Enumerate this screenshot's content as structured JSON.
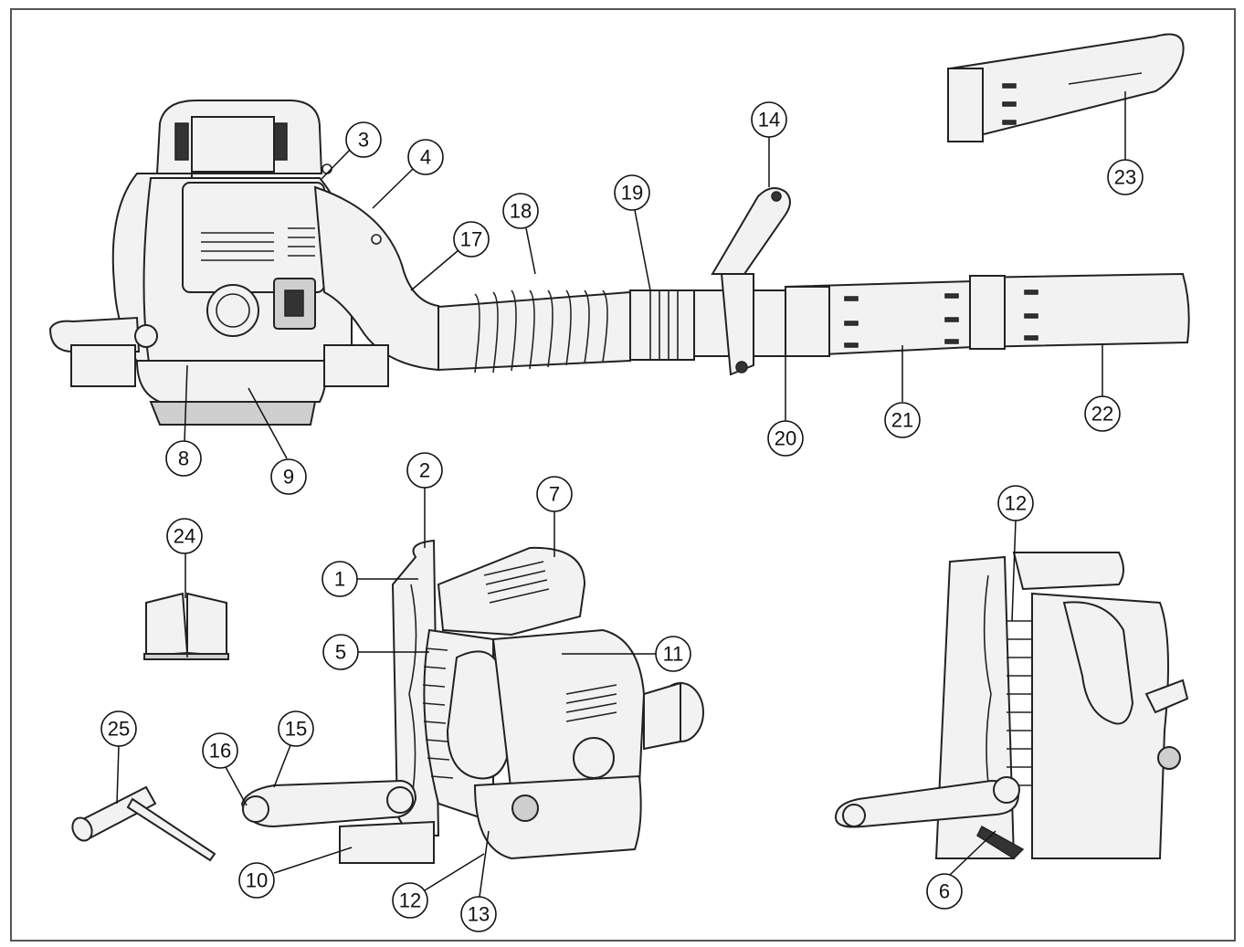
{
  "diagram": {
    "callouts": [
      {
        "id": "c1",
        "label": "1"
      },
      {
        "id": "c2",
        "label": "2"
      },
      {
        "id": "c3",
        "label": "3"
      },
      {
        "id": "c4",
        "label": "4"
      },
      {
        "id": "c5",
        "label": "5"
      },
      {
        "id": "c6",
        "label": "6"
      },
      {
        "id": "c7",
        "label": "7"
      },
      {
        "id": "c8",
        "label": "8"
      },
      {
        "id": "c9",
        "label": "9"
      },
      {
        "id": "c10",
        "label": "10"
      },
      {
        "id": "c11",
        "label": "11"
      },
      {
        "id": "c12a",
        "label": "12"
      },
      {
        "id": "c12b",
        "label": "12"
      },
      {
        "id": "c13",
        "label": "13"
      },
      {
        "id": "c14",
        "label": "14"
      },
      {
        "id": "c15",
        "label": "15"
      },
      {
        "id": "c16",
        "label": "16"
      },
      {
        "id": "c17",
        "label": "17"
      },
      {
        "id": "c18",
        "label": "18"
      },
      {
        "id": "c19",
        "label": "19"
      },
      {
        "id": "c20",
        "label": "20"
      },
      {
        "id": "c21",
        "label": "21"
      },
      {
        "id": "c22",
        "label": "22"
      },
      {
        "id": "c23",
        "label": "23"
      },
      {
        "id": "c24",
        "label": "24"
      },
      {
        "id": "c25",
        "label": "25"
      }
    ]
  }
}
